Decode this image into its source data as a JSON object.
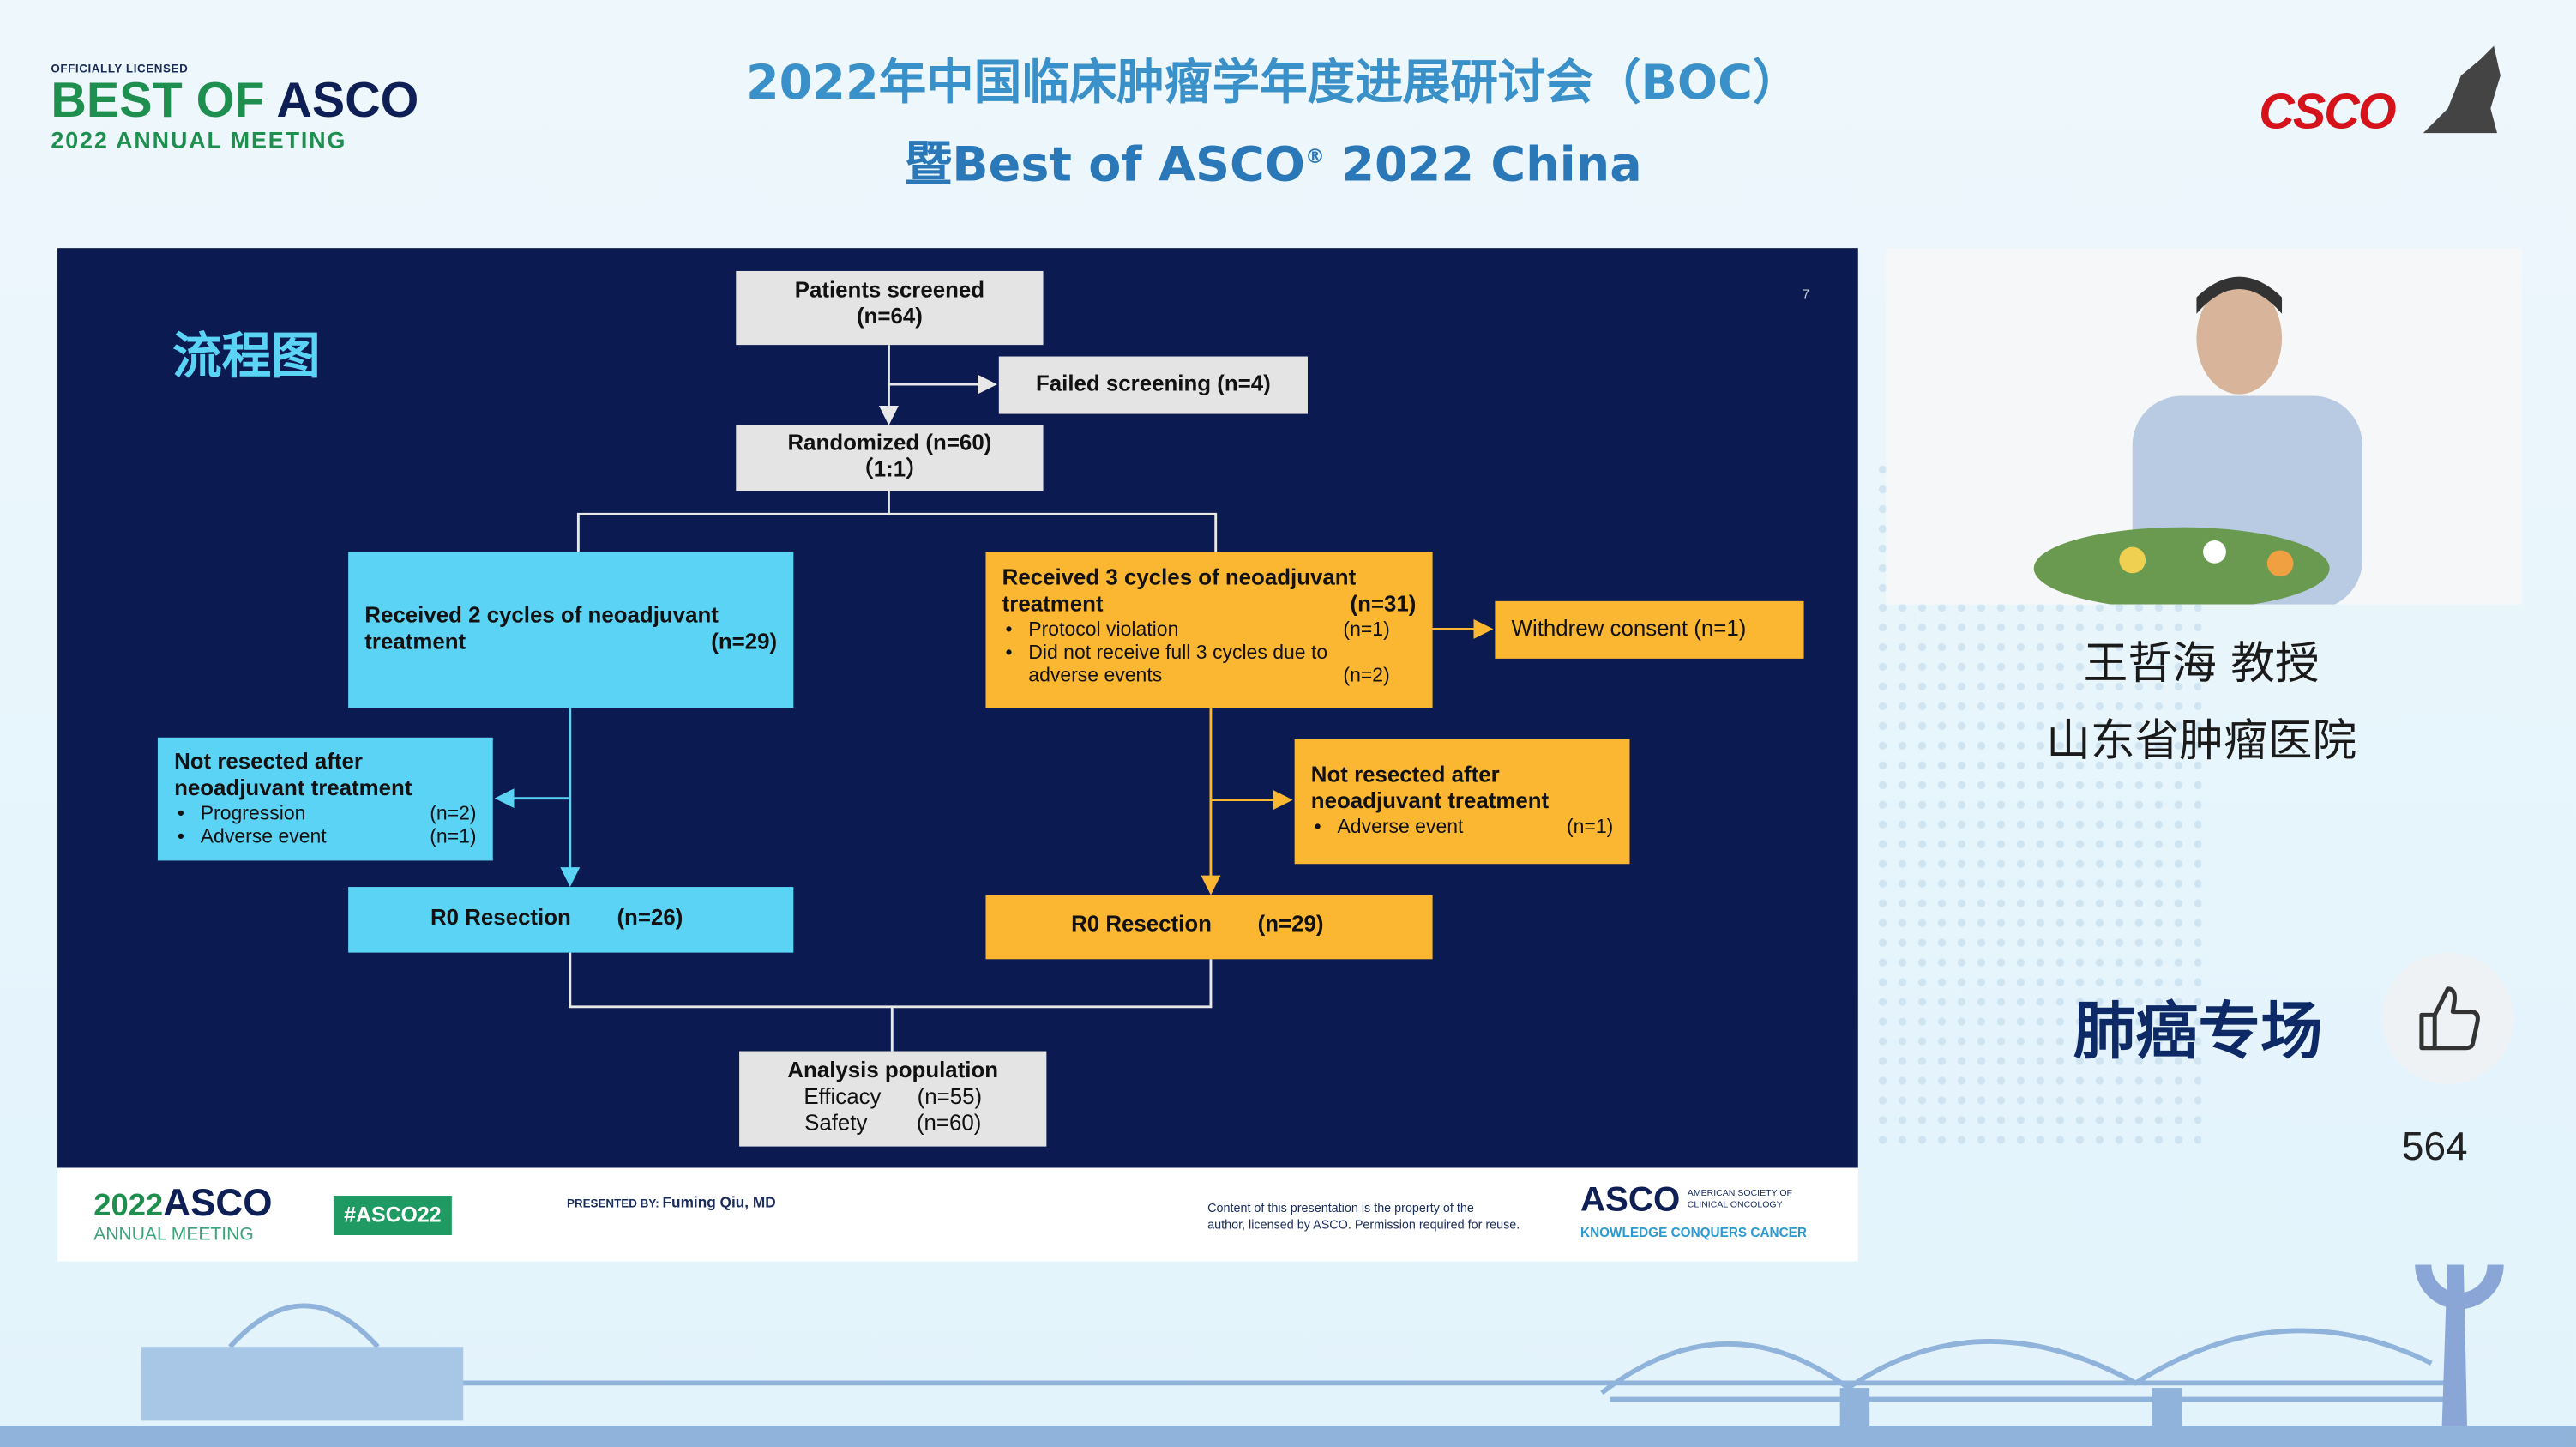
{
  "header": {
    "left_logo": {
      "line1": "OFFICIALLY LICENSED",
      "line2a": "BEST OF",
      "line2b": "ASCO",
      "line3": "2022 ANNUAL MEETING"
    },
    "title_line1": "2022年中国临床肿瘤学年度进展研讨会（BOC）",
    "title_line2": "暨Best of ASCO",
    "title_line2_reg": "®",
    "title_line2_end": " 2022 China",
    "right_logo": "CSCO"
  },
  "slide": {
    "heading": "流程图",
    "page_number": "7",
    "boxes": {
      "screened": {
        "title": "Patients screened",
        "n": "(n=64)"
      },
      "failed": {
        "label": "Failed screening  (n=4)"
      },
      "randomized": {
        "title": "Randomized (n=60)",
        "ratio": "（1:1）"
      },
      "arm2": {
        "line1": "Received 2 cycles of neoadjuvant",
        "line2": "treatment",
        "n": "(n=29)"
      },
      "arm3": {
        "line1": "Received 3 cycles of neoadjuvant",
        "line2": "treatment",
        "n": "(n=31)",
        "bullets": [
          {
            "text": "Protocol violation",
            "n": "(n=1)"
          },
          {
            "text": "Did not receive full 3 cycles due to",
            "n": ""
          },
          {
            "text": "adverse events",
            "n": "(n=2)"
          }
        ]
      },
      "withdrew": {
        "label": "Withdrew consent (n=1)"
      },
      "notres_left": {
        "line1": "Not resected after",
        "line2": "neoadjuvant treatment",
        "bullets": [
          {
            "text": "Progression",
            "n": "(n=2)"
          },
          {
            "text": "Adverse event",
            "n": "(n=1)"
          }
        ]
      },
      "notres_right": {
        "line1": "Not resected after",
        "line2": "neoadjuvant treatment",
        "bullets": [
          {
            "text": "Adverse event",
            "n": "(n=1)"
          }
        ]
      },
      "r0_left": {
        "label": "R0 Resection",
        "n": "(n=26)"
      },
      "r0_right": {
        "label": "R0 Resection",
        "n": "(n=29)"
      },
      "analysis": {
        "title": "Analysis population",
        "rows": [
          {
            "label": "Efficacy",
            "n": "(n=55)"
          },
          {
            "label": "Safety",
            "n": "(n=60)"
          }
        ]
      }
    },
    "footer": {
      "meeting_year": "2022",
      "meeting_brand": "ASCO",
      "meeting_sub": "ANNUAL MEETING",
      "hashtag": "#ASCO22",
      "presented_by_label": "PRESENTED BY:",
      "presenter": "Fuming Qiu, MD",
      "notice_line1": "Content of this presentation is the property of the",
      "notice_line2": "author, licensed by ASCO. Permission required for reuse.",
      "asco": "ASCO",
      "asco_full1": "AMERICAN SOCIETY OF",
      "asco_full2": "CLINICAL ONCOLOGY",
      "tagline": "KNOWLEDGE CONQUERS CANCER"
    }
  },
  "sidebar": {
    "speaker_name": "王哲海 教授",
    "speaker_org": "山东省肿瘤医院",
    "session": "肺癌专场",
    "like_count": "564"
  },
  "colors": {
    "slide_bg": "#0b1a50",
    "blue": "#5bd3f5",
    "orange": "#fbb731",
    "gray": "#e4e4e4",
    "accent_green": "#1f8f4f"
  }
}
